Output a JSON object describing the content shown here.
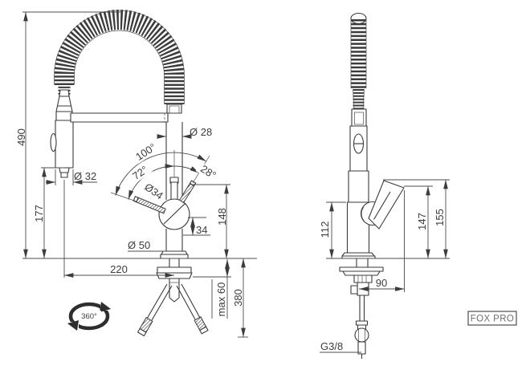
{
  "drawing": {
    "background": "#ffffff",
    "line_color": "#3a3a3a",
    "text_color": "#3d3d3d",
    "brand": {
      "label": "FOX PRO"
    },
    "front": {
      "overall_height": "490",
      "spray_outlet_height": "177",
      "spray_head_diameter": "Ø 32",
      "column_diameter": "Ø 28",
      "handle_diameter": "Ø34",
      "handle_arc_total": "100°",
      "handle_arc_open": "72°",
      "handle_arc_close": "28°",
      "outlet_offset": "34",
      "outlet_height": "148",
      "base_diameter": "Ø 50",
      "reach": "220",
      "max_deck_thickness": "max 60",
      "hose_drop": "380",
      "swivel_angle": "360°"
    },
    "side": {
      "body_height": "112",
      "handle_top_height": "147",
      "overall_side_height": "155",
      "handle_reach": "90",
      "supply_thread": "G3/8"
    }
  }
}
